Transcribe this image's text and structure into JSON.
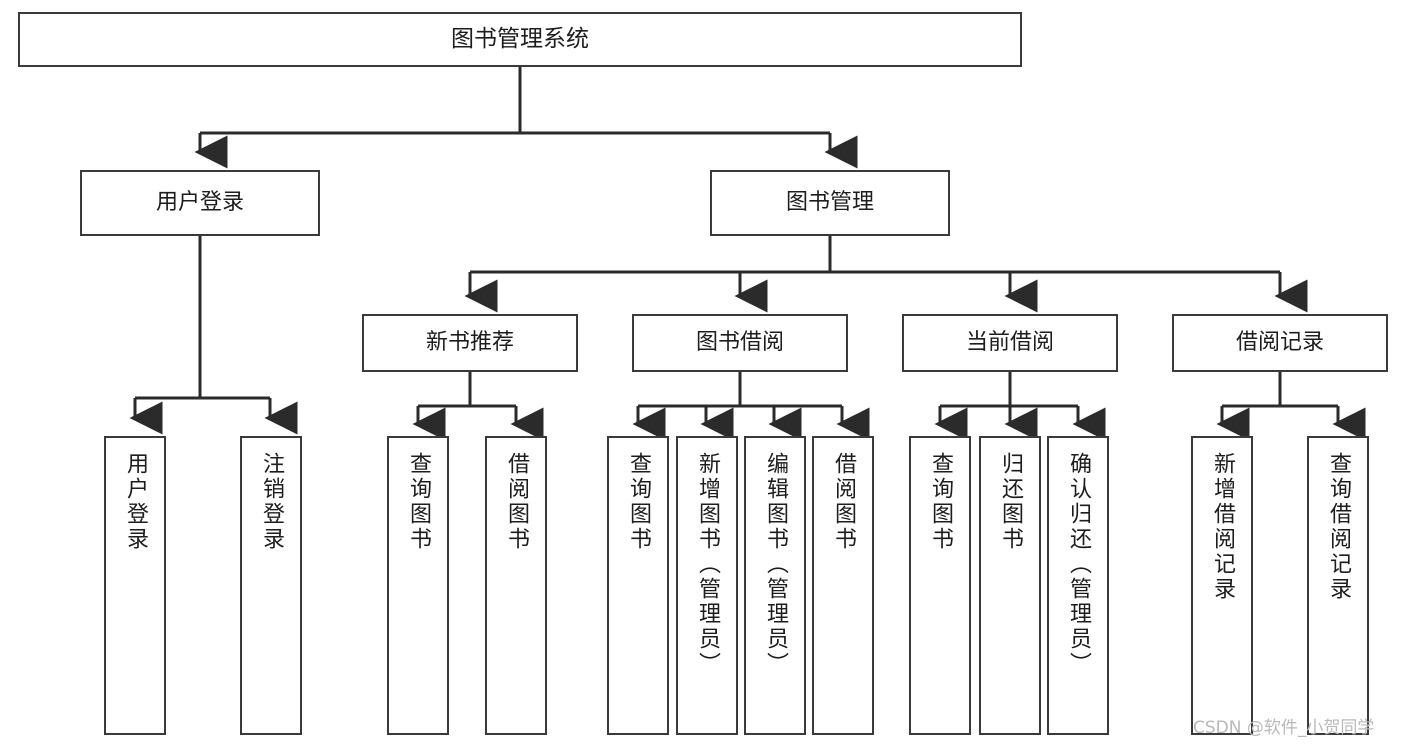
{
  "diagram": {
    "title": "图书管理系统",
    "type": "hierarchy-tree",
    "watermark": "CSDN @软件_小贺同学",
    "colors": {
      "box_border": "#3a3a3a",
      "box_fill": "#ffffff",
      "connector": "#2b2b2b",
      "text": "#1d1d1d",
      "watermark": "#b9b9b9",
      "background": "#ffffff"
    },
    "levels": {
      "root": {
        "label": "图书管理系统"
      },
      "level2": [
        {
          "label": "用户登录"
        },
        {
          "label": "图书管理"
        }
      ],
      "level3": [
        {
          "label": "新书推荐"
        },
        {
          "label": "图书借阅"
        },
        {
          "label": "当前借阅"
        },
        {
          "label": "借阅记录"
        }
      ],
      "leaves": {
        "user_login": [
          {
            "label": "用户登录"
          },
          {
            "label": "注销登录"
          }
        ],
        "new_book_recommend": [
          {
            "label": "查询图书"
          },
          {
            "label": "借阅图书"
          }
        ],
        "book_borrow": [
          {
            "label": "查询图书"
          },
          {
            "label": "新增图书（管理员）"
          },
          {
            "label": "编辑图书（管理员）"
          },
          {
            "label": "借阅图书"
          }
        ],
        "current_borrow": [
          {
            "label": "查询图书"
          },
          {
            "label": "归还图书"
          },
          {
            "label": "确认归还（管理员）"
          }
        ],
        "borrow_record": [
          {
            "label": "新增借阅记录"
          },
          {
            "label": "查询借阅记录"
          }
        ]
      }
    }
  }
}
